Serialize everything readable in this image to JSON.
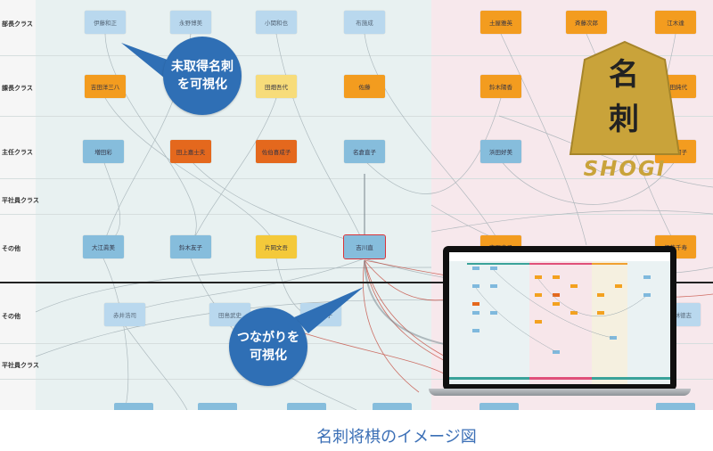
{
  "rows": {
    "top": [
      "部長クラス",
      "課長クラス",
      "主任クラス",
      "平社員クラス",
      "その他"
    ],
    "bottom": [
      "その他",
      "平社員クラス"
    ]
  },
  "nodes": [
    {
      "label": "伊藤和正",
      "color": "lightblue"
    },
    {
      "label": "永野博美",
      "color": "lightblue"
    },
    {
      "label": "小関和也",
      "color": "lightblue"
    },
    {
      "label": "布施成",
      "color": "lightblue"
    },
    {
      "label": "土屋雅英",
      "color": "orange"
    },
    {
      "label": "斉藤次郎",
      "color": "orange"
    },
    {
      "label": "江木達",
      "color": "orange"
    },
    {
      "label": "吉田洋三八",
      "color": "orange"
    },
    {
      "label": "田畑吾代",
      "color": "pale"
    },
    {
      "label": "佐藤",
      "color": "orange"
    },
    {
      "label": "鈴木陽香",
      "color": "orange"
    },
    {
      "label": "前田純代",
      "color": "orange"
    },
    {
      "label": "増田彩",
      "color": "blue"
    },
    {
      "label": "田上嘉士夫",
      "color": "darkorange"
    },
    {
      "label": "佐伯喜成子",
      "color": "darkorange"
    },
    {
      "label": "名倉直子",
      "color": "blue"
    },
    {
      "label": "浜田好美",
      "color": "blue"
    },
    {
      "label": "大友阿子",
      "color": "orange"
    },
    {
      "label": "大江眞美",
      "color": "blue"
    },
    {
      "label": "鈴木友子",
      "color": "blue"
    },
    {
      "label": "片岡文吾",
      "color": "yellow"
    },
    {
      "label": "吉川直",
      "color": "blue"
    },
    {
      "label": "市田惠子",
      "color": "orange"
    },
    {
      "label": "伊藤千寿",
      "color": "orange"
    },
    {
      "label": "赤井浩司",
      "color": "lightblue"
    },
    {
      "label": "田島武史",
      "color": "lightblue"
    },
    {
      "label": "加藤惠子",
      "color": "lightblue"
    },
    {
      "label": "小林徳志",
      "color": "lightblue"
    }
  ],
  "callouts": {
    "unacquired": [
      "未取得名刺",
      "を可視化"
    ],
    "connections": [
      "つながりを",
      "可視化"
    ]
  },
  "logo": {
    "line1": "名",
    "line2": "刺",
    "wordmark": "SHOGI"
  },
  "caption": "名刺将棋のイメージ図"
}
